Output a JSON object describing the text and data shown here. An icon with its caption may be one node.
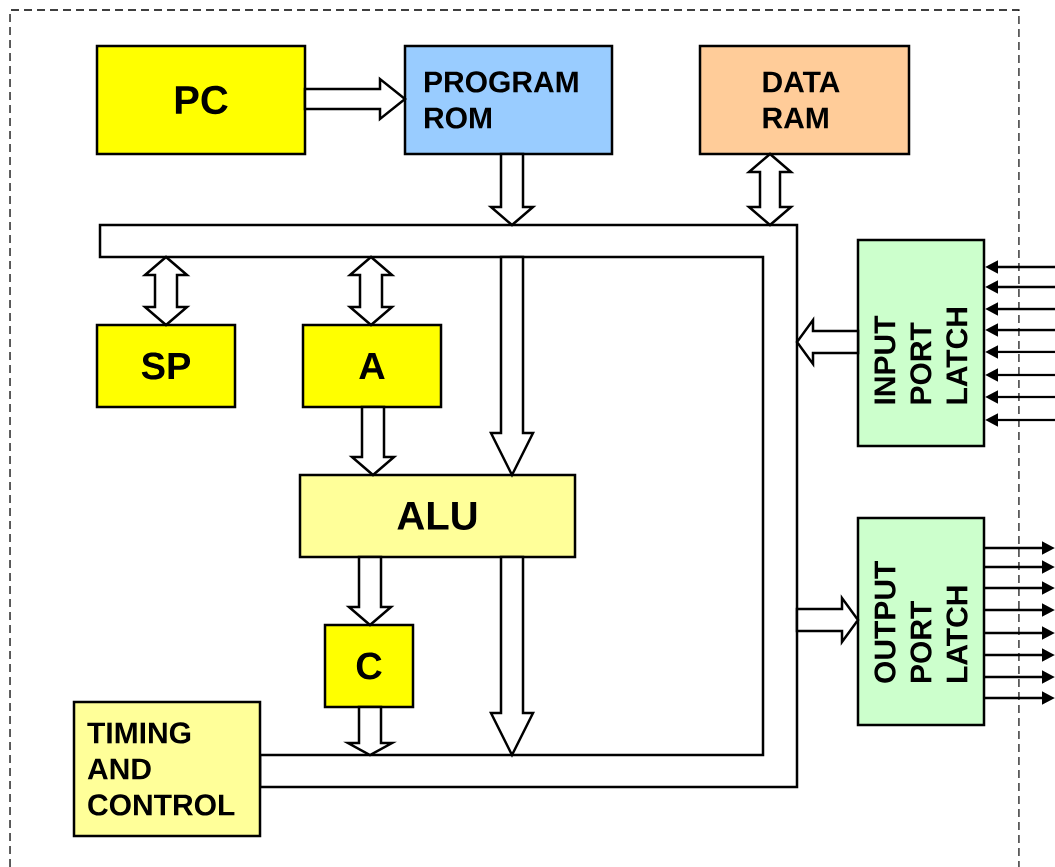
{
  "diagram": {
    "nodes": [
      {
        "text": [
          "PC"
        ]
      },
      {
        "text": [
          "PROGRAM ROM"
        ]
      },
      {
        "text": [
          "DATA RAM"
        ]
      },
      {
        "text": [
          "SP"
        ]
      },
      {
        "text": [
          "A"
        ]
      },
      {
        "text": [
          "ALU"
        ]
      },
      {
        "text": [
          "C"
        ]
      },
      {
        "text": [
          "TIMING AND CONTROL"
        ]
      },
      {
        "text": [
          "INPUT PORT LATCH"
        ]
      },
      {
        "text": [
          "OUTPUT PORT LATCH"
        ]
      },
      {
        "text": [],
        "shape": "bar"
      }
    ],
    "edges": [
      {
        "from": 0,
        "to": 1,
        "arrow": "to"
      },
      {
        "from": 1,
        "to": 10,
        "arrow": "to"
      },
      {
        "from": 2,
        "to": 10,
        "arrow": "both"
      },
      {
        "from": 10,
        "to": 3,
        "arrow": "both"
      },
      {
        "from": 10,
        "to": 4,
        "arrow": "both"
      },
      {
        "from": 10,
        "to": 5,
        "arrow": "to"
      },
      {
        "from": 4,
        "to": 5,
        "arrow": "to"
      },
      {
        "from": 5,
        "to": 6,
        "arrow": "to"
      },
      {
        "from": 5,
        "to": 10,
        "arrow": "to"
      },
      {
        "from": 6,
        "to": 10,
        "arrow": "to"
      },
      {
        "from": 8,
        "to": 10,
        "arrow": "to"
      },
      {
        "from": 10,
        "to": 9,
        "arrow": "to"
      },
      {
        "from": null,
        "to": 8,
        "arrow": "to"
      },
      {
        "from": null,
        "to": 8,
        "arrow": "to"
      },
      {
        "from": null,
        "to": 8,
        "arrow": "to"
      },
      {
        "from": null,
        "to": 8,
        "arrow": "to"
      },
      {
        "from": null,
        "to": 8,
        "arrow": "to"
      },
      {
        "from": null,
        "to": 8,
        "arrow": "to"
      },
      {
        "from": null,
        "to": 8,
        "arrow": "to"
      },
      {
        "from": null,
        "to": 8,
        "arrow": "to"
      },
      {
        "from": 9,
        "to": null,
        "arrow": "to"
      },
      {
        "from": 9,
        "to": null,
        "arrow": "to"
      },
      {
        "from": 9,
        "to": null,
        "arrow": "to"
      },
      {
        "from": 9,
        "to": null,
        "arrow": "to"
      },
      {
        "from": 9,
        "to": null,
        "arrow": "to"
      },
      {
        "from": 9,
        "to": null,
        "arrow": "to"
      },
      {
        "from": 9,
        "to": null,
        "arrow": "to"
      },
      {
        "from": 9,
        "to": null,
        "arrow": "to"
      }
    ]
  }
}
